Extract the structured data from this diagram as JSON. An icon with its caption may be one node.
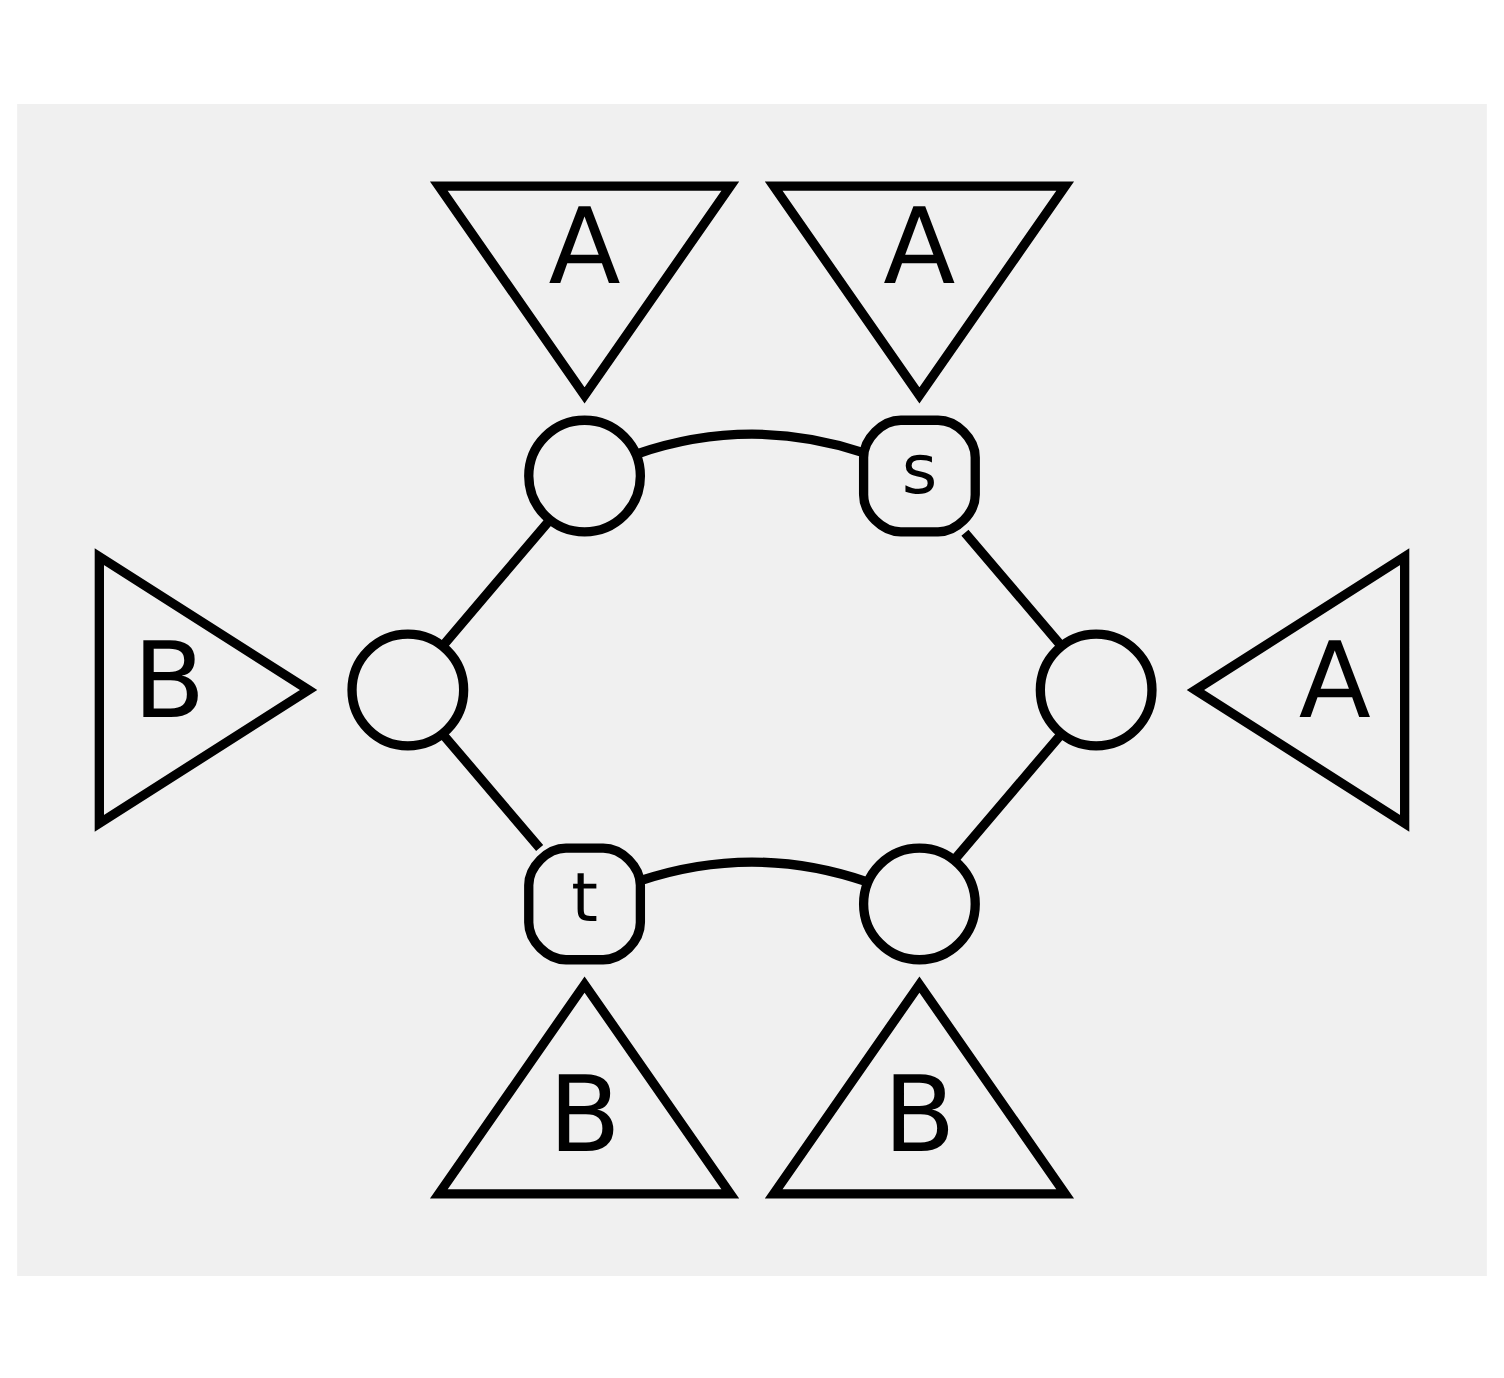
{
  "diagram": {
    "nodes": [
      {
        "text": [
          "A"
        ]
      },
      {
        "text": [
          "A"
        ]
      },
      {
        "text": [],
        "shape": "circle"
      },
      {
        "text": [
          "s"
        ]
      },
      {
        "text": [
          "B"
        ]
      },
      {
        "text": [],
        "shape": "circle"
      },
      {
        "text": [],
        "shape": "circle"
      },
      {
        "text": [
          "A"
        ]
      },
      {
        "text": [
          "t"
        ]
      },
      {
        "text": [],
        "shape": "circle"
      },
      {
        "text": [
          "B"
        ]
      },
      {
        "text": [
          "B"
        ]
      }
    ],
    "edges": [
      {
        "from": 2,
        "to": 3,
        "arrow": "none"
      },
      {
        "from": 2,
        "to": 5,
        "arrow": "none"
      },
      {
        "from": 3,
        "to": 6,
        "arrow": "none"
      },
      {
        "from": 5,
        "to": 8,
        "arrow": "none"
      },
      {
        "from": 6,
        "to": 9,
        "arrow": "none"
      },
      {
        "from": 8,
        "to": 9,
        "arrow": "none"
      }
    ]
  }
}
